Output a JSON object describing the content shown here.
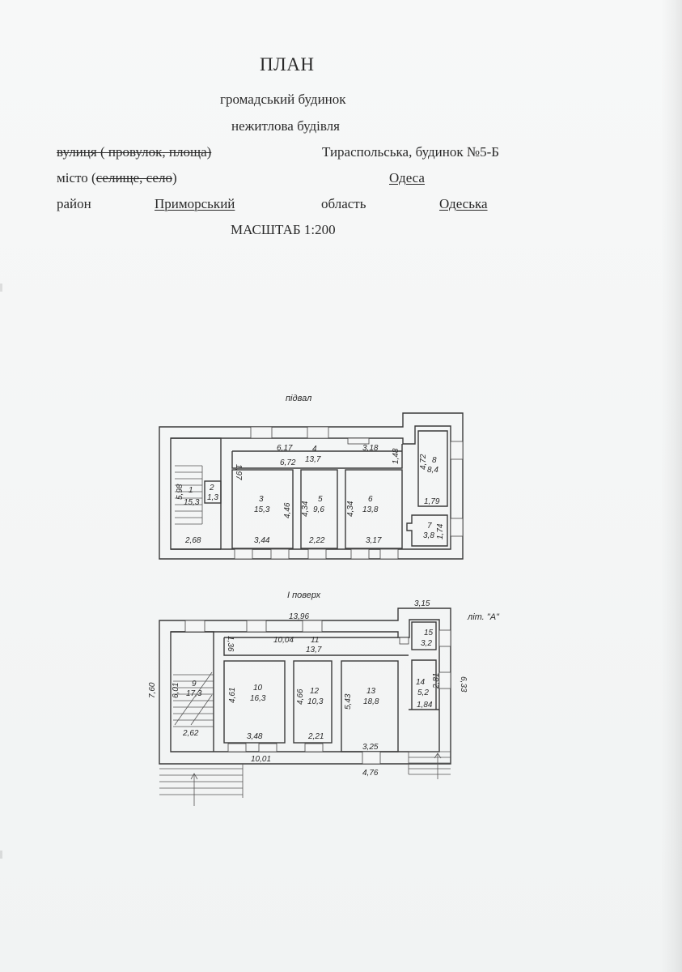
{
  "header": {
    "title": "ПЛАН",
    "building_type": "громадський будинок",
    "building_purpose": "нежитлова будівля",
    "street_label": "вулиця ( провулок, площа)",
    "street_value": "Тираспольська, будинок №5-Б",
    "city_label_prefix": "місто (",
    "city_label_struck": "селище, село",
    "city_label_suffix": ")",
    "city_value": "Одеса",
    "district_label": "район",
    "district_value": "Приморський",
    "region_label": "область",
    "region_value": "Одеська",
    "scale": "МАСШТАБ 1:200"
  },
  "basement": {
    "section_label": "підвал",
    "rooms": [
      {
        "num": "1",
        "area": "15,3"
      },
      {
        "num": "2",
        "area": "1,3"
      },
      {
        "num": "3",
        "area": "15,3"
      },
      {
        "num": "4",
        "area": "13,7"
      },
      {
        "num": "5",
        "area": "9,6"
      },
      {
        "num": "6",
        "area": "13,8"
      },
      {
        "num": "7",
        "area": "3,8"
      },
      {
        "num": "8",
        "area": "8,4"
      }
    ],
    "dimensions": [
      "1,97",
      "6,17",
      "6,72",
      "3,18",
      "1,48",
      "4,72",
      "5,98",
      "4,46",
      "4,34",
      "4,34",
      "1,79",
      "1,74",
      "2,68",
      "3,44",
      "2,22",
      "3,17"
    ]
  },
  "first_floor": {
    "section_label": "І поверх",
    "letter_label": "літ. \"А\"",
    "rooms": [
      {
        "num": "9",
        "area": "17,3"
      },
      {
        "num": "10",
        "area": "16,3"
      },
      {
        "num": "11",
        "area": "13,7"
      },
      {
        "num": "12",
        "area": "10,3"
      },
      {
        "num": "13",
        "area": "18,8"
      },
      {
        "num": "14",
        "area": "5,2"
      },
      {
        "num": "15",
        "area": "3,2"
      }
    ],
    "dimensions": [
      "3,15",
      "13,96",
      "10,04",
      "1,36",
      "7,60",
      "6,01",
      "4,61",
      "4,66",
      "5,43",
      "6,33",
      "2,81",
      "1,84",
      "2,62",
      "3,48",
      "10,01",
      "2,21",
      "3,25",
      "4,76"
    ]
  }
}
